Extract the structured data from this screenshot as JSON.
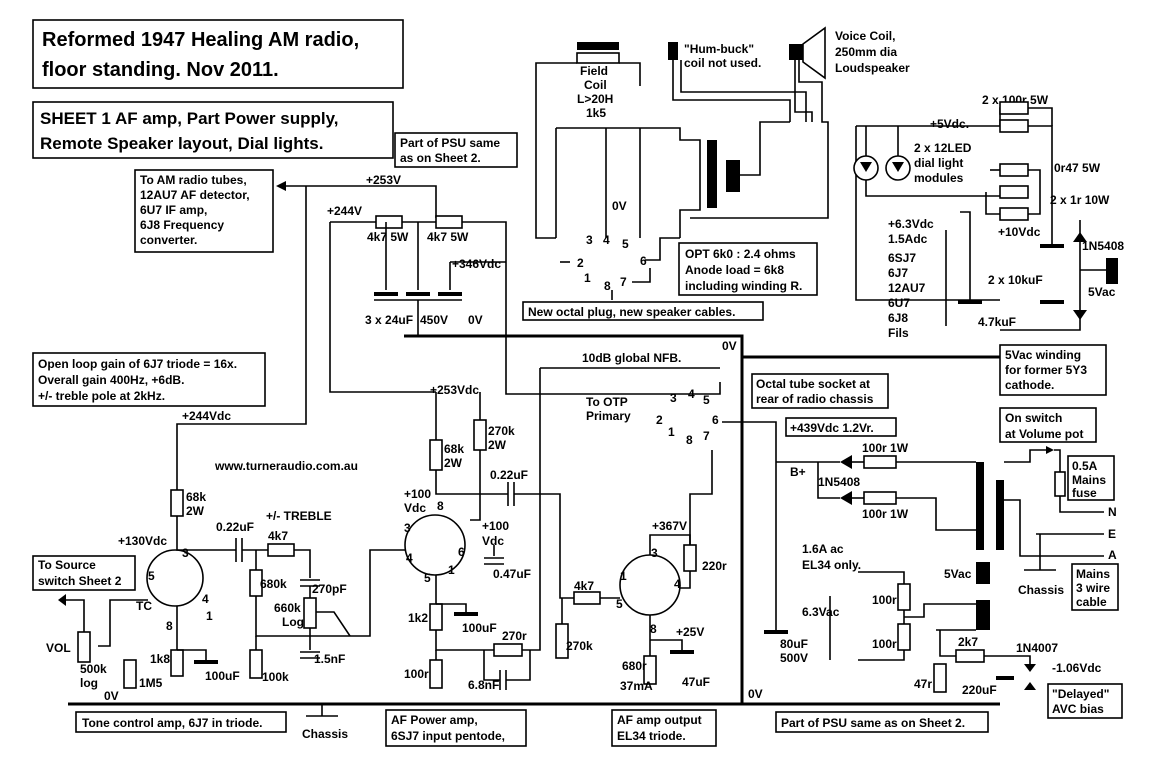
{
  "title_lines": [
    "Reformed 1947 Healing AM radio,",
    "floor standing. Nov 2011."
  ],
  "sheet_lines": [
    "SHEET 1 AF amp, Part Power supply,",
    "Remote Speaker layout, Dial lights."
  ],
  "notes": {
    "psu_same_sheet2": [
      "Part of PSU same",
      "as on Sheet 2."
    ],
    "to_am_tubes": [
      "To AM radio tubes,",
      "12AU7 AF detector,",
      "6U7 IF amp,",
      "6J8 Frequency",
      "converter."
    ],
    "field_coil": [
      "Field",
      "Coil",
      "L>20H",
      "1k5"
    ],
    "humbuck": [
      "\"Hum-buck\"",
      "coil not used."
    ],
    "voice_coil": [
      "Voice Coil,",
      "250mm dia",
      "Loudspeaker"
    ],
    "opt": [
      "OPT 6k0 : 2.4 ohms",
      "Anode load = 6k8",
      "including winding R."
    ],
    "octal_plug": "New octal plug, new speaker cables.",
    "open_loop": [
      "Open loop gain of 6J7 triode = 16x.",
      "Overall gain 400Hz, +6dB.",
      "+/- treble pole at 2kHz."
    ],
    "global_nfb": "10dB global NFB.",
    "to_otp": [
      "To OTP",
      "Primary"
    ],
    "octal_socket": [
      "Octal tube socket at",
      "rear of radio chassis"
    ],
    "on_switch": [
      "On switch",
      "at Volume pot"
    ],
    "fuse": [
      "0.5A",
      "Mains",
      "fuse"
    ],
    "mains": [
      "Mains",
      "3 wire",
      "cable"
    ],
    "to_source": [
      "To Source",
      "switch Sheet 2"
    ],
    "website": "www.turneraudio.com.au",
    "tone_amp": "Tone control amp, 6J7 in triode.",
    "af_power_amp": [
      "AF Power amp,",
      "6SJ7 input pentode,"
    ],
    "af_output": [
      "AF amp output",
      "EL34 triode."
    ],
    "psu_same_sheet2_bottom": "Part of PSU same as on Sheet 2.",
    "winding_5vac": [
      "5Vac winding",
      "for former 5Y3",
      "cathode."
    ],
    "delayed_avc": [
      "\"Delayed\"",
      "AVC bias"
    ],
    "dial_leds": [
      "2 x 12LED",
      "dial light",
      "modules"
    ],
    "fils_list": [
      "+6.3Vdc",
      "1.5Adc",
      "6SJ7",
      "6J7",
      "12AU7",
      "6U7",
      "6J8",
      "Fils"
    ],
    "el34_only": [
      "1.6A ac",
      "EL34 only."
    ]
  },
  "voltages": {
    "v253": "+253V",
    "v244": "+244V",
    "v346": "+346Vdc",
    "v253dc": "+253Vdc",
    "v244dc": "+244Vdc",
    "v130": "+130Vdc",
    "v100a": "+100",
    "v100b": "Vdc",
    "v100c": "+100",
    "v100d": "Vdc",
    "v367": "+367V",
    "v25": "+25V",
    "v439": "+439Vdc 1.2Vr.",
    "v5": "+5Vdc.",
    "v10": "+10Vdc",
    "vneg": "-1.06Vdc",
    "zero": "0V",
    "bplus": "B+",
    "ma37": "37mA",
    "v450": "450V"
  },
  "components": {
    "r_4k7_5w_a": "4k7 5W",
    "r_4k7_5w_b": "4k7 5W",
    "c_3x24": "3 x 24uF",
    "r_68k_a": "68k",
    "r_2w_a": "2W",
    "r_270k_top": "270k",
    "r_2w_b": "2W",
    "r_68k_b": "68k",
    "r_2w_c": "2W",
    "c_022_a": "0.22uF",
    "c_022_b": "0.22uF",
    "treble": "+/- TREBLE",
    "r_4k7_t": "4k7",
    "r_680k": "680k",
    "c_270pf": "270pF",
    "pot_660k": "660k",
    "pot_log": "Log",
    "r_100k": "100k",
    "c_15nf": "1.5nF",
    "r_1k8": "1k8",
    "c_100uf_a": "100uF",
    "r_1m5": "1M5",
    "pot_500k": "500k",
    "pot_log2": "log",
    "vol": "VOL",
    "r_1k2": "1k2",
    "c_100uf_b": "100uF",
    "r_270r": "270r",
    "r_100r": "100r",
    "c_68nf": "6.8nF",
    "c_047": "0.47uF",
    "r_270k_b": "270k",
    "r_4k7_g": "4k7",
    "r_220r": "220r",
    "r_680r": "680r",
    "c_47uf": "47uF",
    "c_80uf": "80uF",
    "c_500v": "500V",
    "d_100r1w_a": "100r 1W",
    "d_100r1w_b": "100r 1W",
    "d_1n5408": "1N5408",
    "r_100r_a": "100r",
    "r_100r_b": "100r",
    "v_63ac": "6.3Vac",
    "v_5ac_t": "5Vac",
    "r_2k7": "2k7",
    "d_1n4007": "1N4007",
    "r_47": "47r",
    "c_220uf": "220uF",
    "r_2x100r": "2 x 100r 5W",
    "r_0r47": "0r47 5W",
    "r_2x1r": "2 x 1r 10W",
    "d_1n5408b": "1N5408",
    "c_2x10k": "2 x 10kuF",
    "v_5ac": "5Vac",
    "c_47k": "4.7kuF",
    "tc": "TC",
    "pin_n": "N",
    "pin_e": "E",
    "pin_a": "A",
    "chassis": "Chassis"
  },
  "pin_numbers": {
    "p1": "1",
    "p2": "2",
    "p3": "3",
    "p4": "4",
    "p5": "5",
    "p6": "6",
    "p7": "7",
    "p8": "8"
  }
}
